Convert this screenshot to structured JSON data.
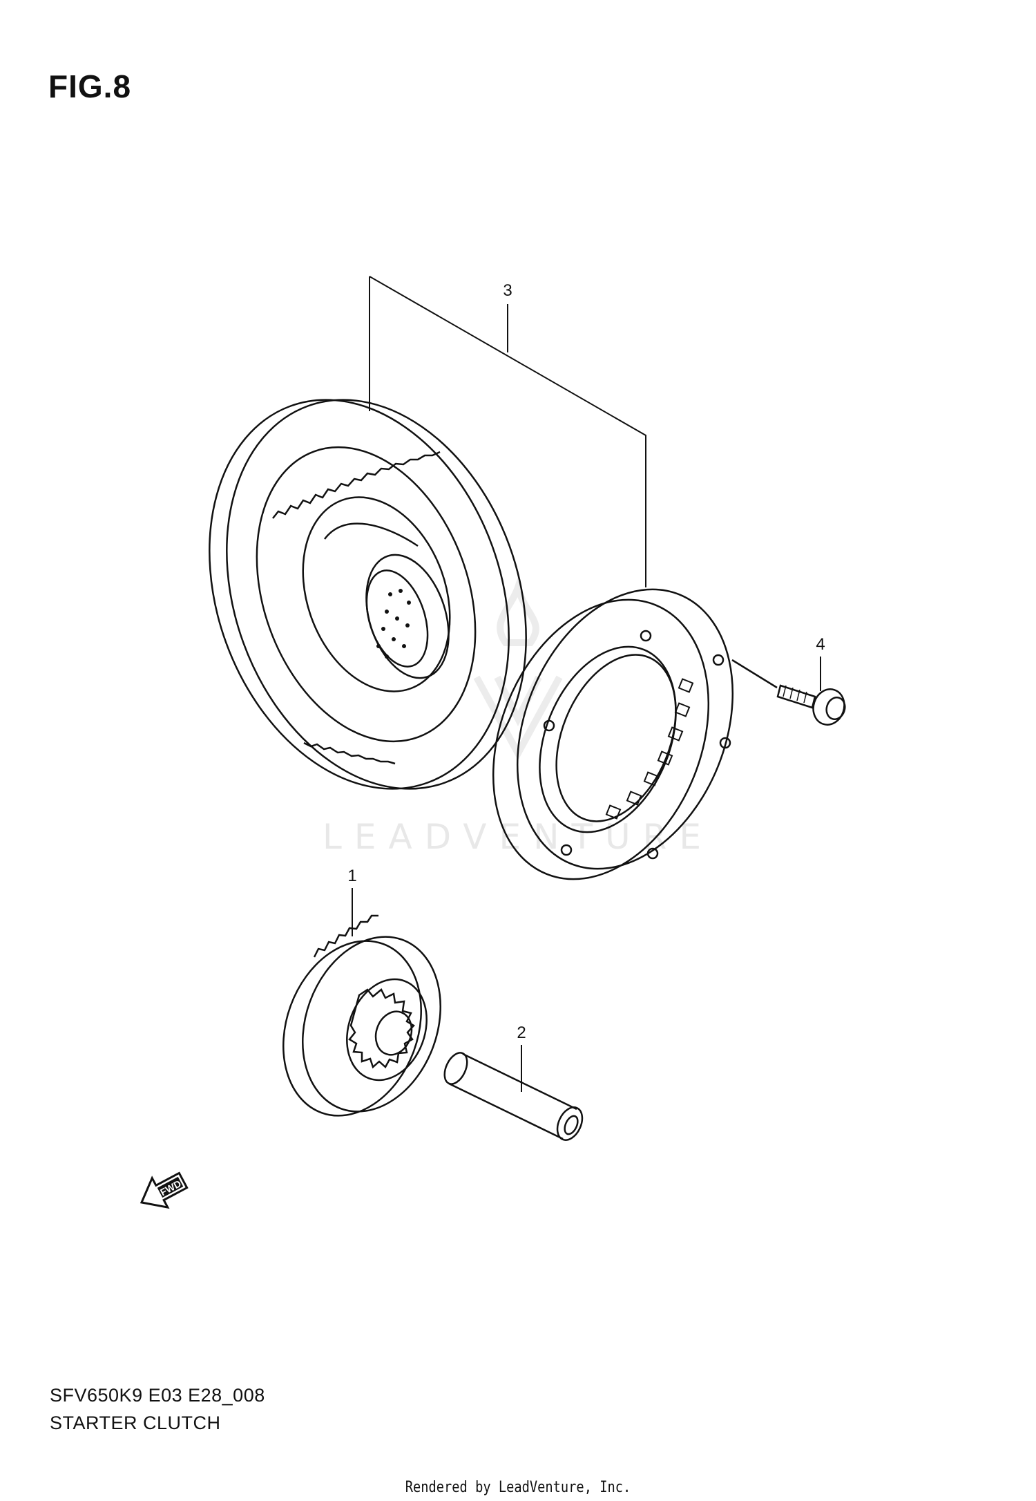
{
  "figure": {
    "title": "FIG.8"
  },
  "callouts": {
    "part_1": "1",
    "part_2": "2",
    "part_3": "3",
    "part_4": "4"
  },
  "fwd_label": "FWD",
  "watermark": "LEADVENTURE",
  "caption": {
    "model_code": "SFV650K9 E03 E28_008",
    "section_name": "STARTER CLUTCH"
  },
  "footer": "Rendered by LeadVenture, Inc."
}
